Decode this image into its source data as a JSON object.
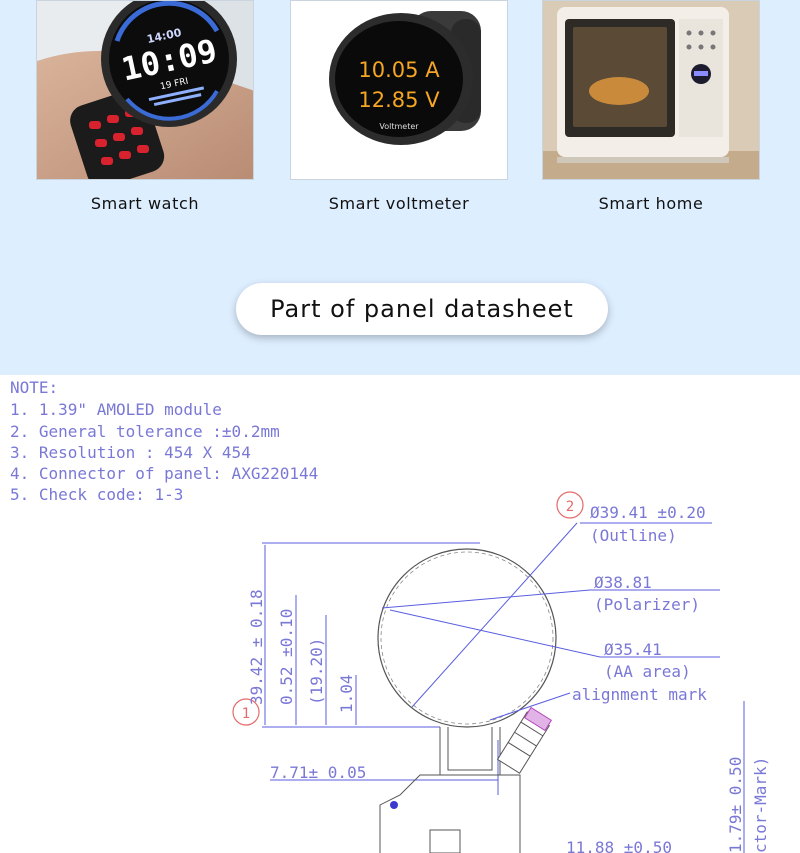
{
  "products": [
    {
      "label": "Smart watch",
      "time": "10:09",
      "date": "19 FRI"
    },
    {
      "label": "Smart voltmeter",
      "reading1": "10.05 A",
      "reading2": "12.85 V",
      "device_name": "Voltmeter"
    },
    {
      "label": "Smart home"
    }
  ],
  "section_title": "Part of panel datasheet",
  "datasheet": {
    "notes": [
      "NOTE:",
      "1. 1.39\" AMOLED module",
      "2. General tolerance :±0.2mm",
      "3. Resolution : 454 X 454",
      "4. Connector of panel: AXG220144",
      "5. Check code: 1-3"
    ],
    "outline_dim": "Ø39.41 ±0.20",
    "outline_label": "(Outline)",
    "polarizer_dim": "Ø38.81",
    "polarizer_label": "(Polarizer)",
    "aa_dim": "Ø35.41",
    "aa_label": "(AA area)",
    "alignment_label": "alignment mark",
    "callout_1": "1",
    "callout_2": "2",
    "dim_height": "39.42 ± 0.18",
    "dim_052": "0.52 ±0.10",
    "dim_1920": "(19.20)",
    "dim_104": "1.04",
    "dim_771": "7.71± 0.05",
    "dim_179": "1.79± 0.50",
    "dim_mark": "ctor-Mark)",
    "dim_1188": "11.88 ±0.50"
  }
}
